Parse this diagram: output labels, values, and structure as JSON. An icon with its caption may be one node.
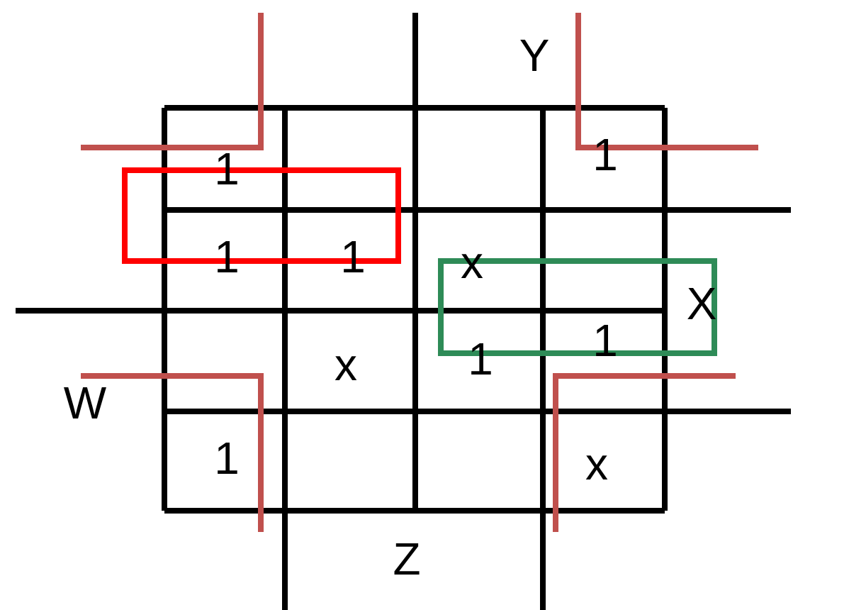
{
  "diagram": {
    "labels": [
      "Y",
      "1",
      "1",
      "1",
      "1",
      "x",
      "X",
      "x",
      "1",
      "1",
      "W",
      "1",
      "x",
      "Z"
    ]
  }
}
